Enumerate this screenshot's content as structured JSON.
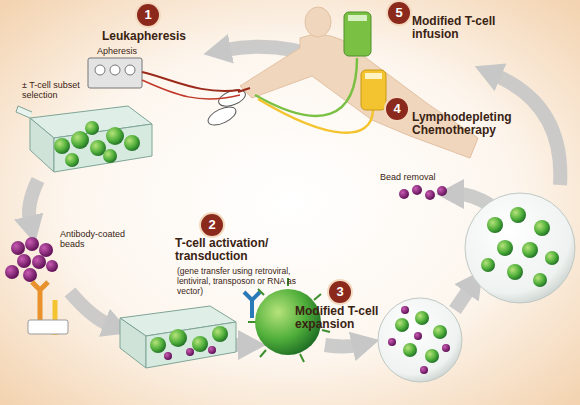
{
  "diagram": {
    "nodes": [
      {
        "text": [
          "1",
          "Leukapheresis"
        ]
      },
      {
        "text": [
          "2",
          "T-cell activation/ transduction",
          "(gene transfer using retroviral, lentiviral, transposon or RNA as vector)"
        ]
      },
      {
        "text": [
          "3",
          "Modified T-cell expansion"
        ]
      },
      {
        "text": [
          "4",
          "Lymphodepleting Chemotherapy"
        ]
      },
      {
        "text": [
          "5",
          "Modified T-cell infusion"
        ]
      }
    ],
    "labels": [
      "Apheresis",
      "± T-cell subset selection",
      "Antibody-coated beads",
      "Bead removal"
    ]
  }
}
